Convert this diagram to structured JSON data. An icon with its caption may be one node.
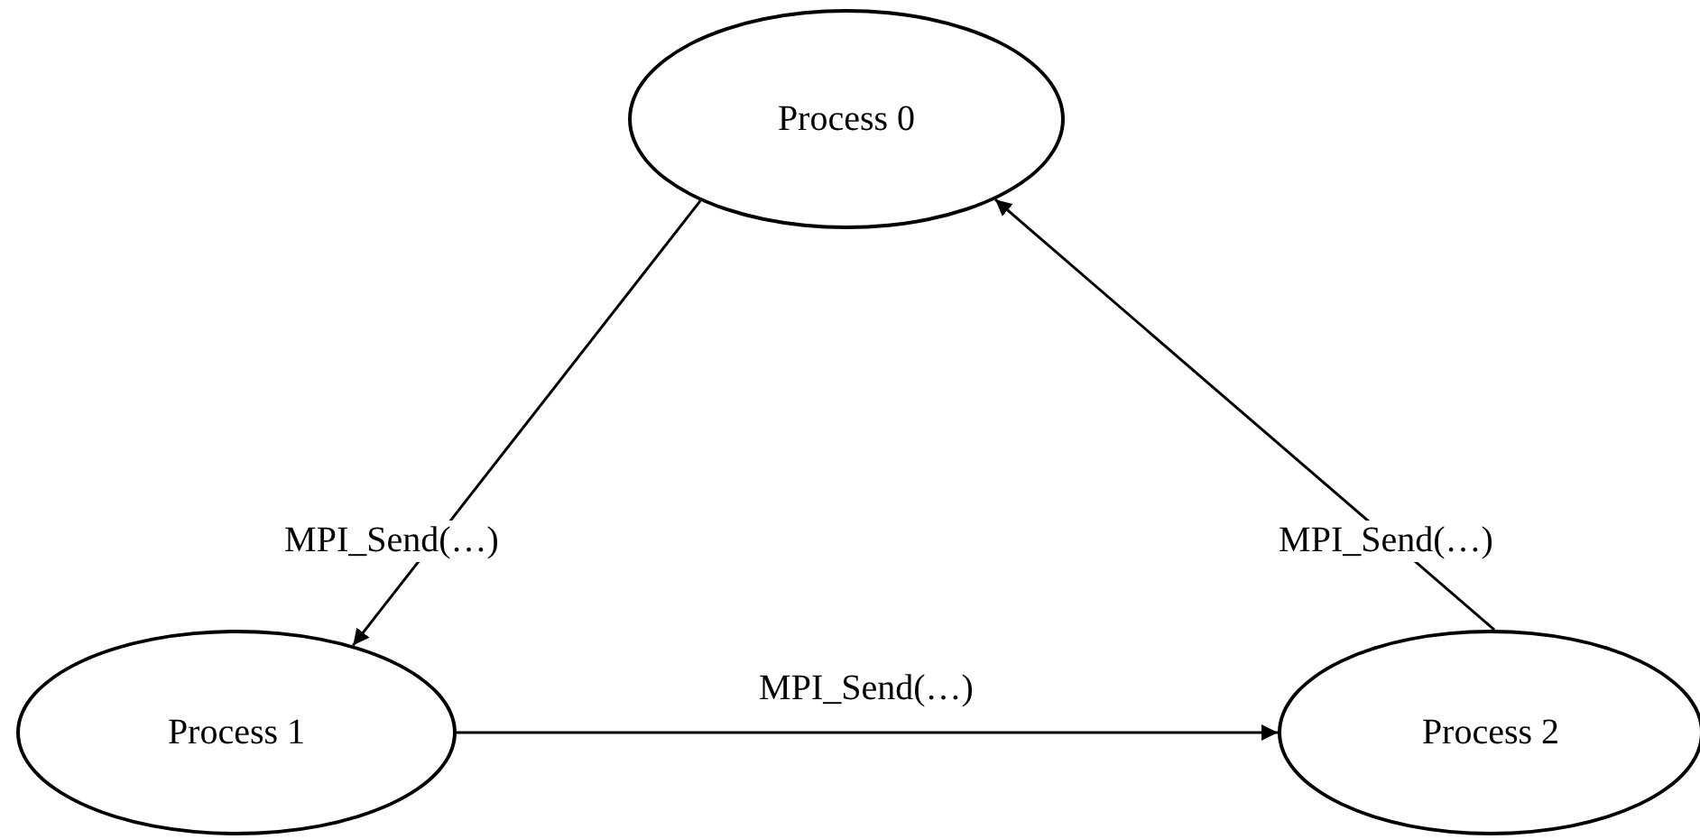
{
  "diagram": {
    "nodes": [
      {
        "text": [
          "Process 0"
        ]
      },
      {
        "text": [
          "Process 1"
        ]
      },
      {
        "text": [
          "Process 2"
        ]
      }
    ],
    "edges": [
      {
        "from": 0,
        "to": 1,
        "arrow": "to",
        "label": "MPI_Send(…)"
      },
      {
        "from": 1,
        "to": 2,
        "arrow": "to",
        "label": "MPI_Send(…)"
      },
      {
        "from": 2,
        "to": 0,
        "arrow": "to",
        "label": "MPI_Send(…)"
      }
    ]
  }
}
